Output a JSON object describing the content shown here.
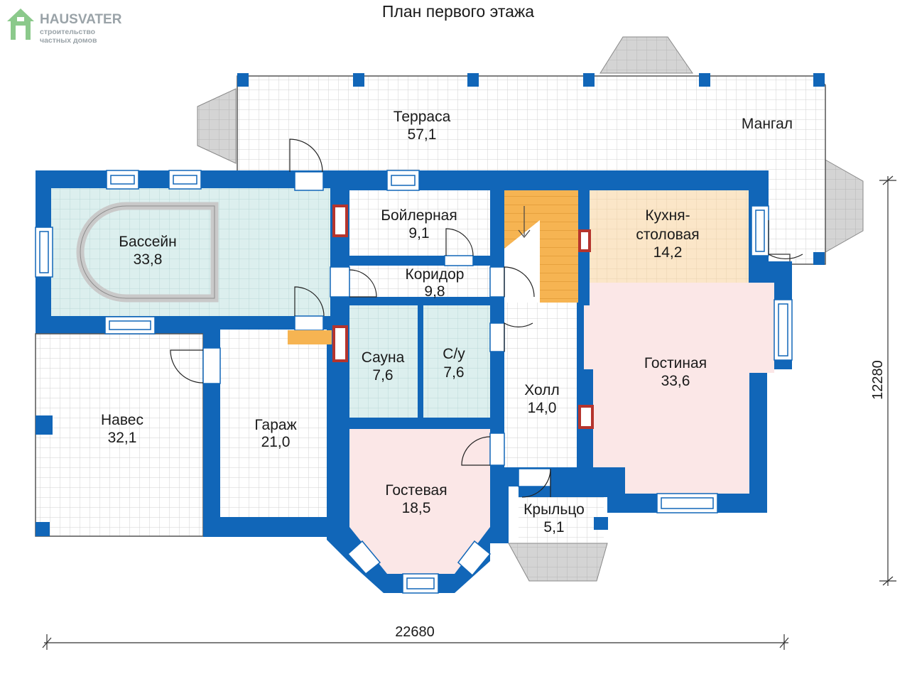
{
  "title": "План первого этажа",
  "brand": {
    "name": "HAUSVATER",
    "line1": "строительство",
    "line2": "частных домов"
  },
  "rooms": {
    "terrace": {
      "name": "Терраса",
      "area": "57,1"
    },
    "bbq": {
      "name": "Мангал"
    },
    "pool": {
      "name": "Бассейн",
      "area": "33,8"
    },
    "boiler": {
      "name": "Бойлерная",
      "area": "9,1"
    },
    "corridor": {
      "name": "Коридор",
      "area": "9,8"
    },
    "kitchen": {
      "name1": "Кухня-",
      "name2": "столовая",
      "area": "14,2"
    },
    "sauna": {
      "name": "Сауна",
      "area": "7,6"
    },
    "wc": {
      "name": "С/у",
      "area": "7,6"
    },
    "living": {
      "name": "Гостиная",
      "area": "33,6"
    },
    "hall": {
      "name": "Холл",
      "area": "14,0"
    },
    "canopy": {
      "name": "Навес",
      "area": "32,1"
    },
    "garage": {
      "name": "Гараж",
      "area": "21,0"
    },
    "guest": {
      "name": "Гостевая",
      "area": "18,5"
    },
    "porch": {
      "name": "Крыльцо",
      "area": "5,1"
    }
  },
  "dimensions": {
    "width": "22680",
    "height": "12280"
  },
  "colors": {
    "wall": "#1166b8",
    "tile_grid": "#d2d2d2",
    "pool_fill": "#dcefee",
    "sauna_fill": "#dcefee",
    "kitchen_fill": "#fbe6c8",
    "living_fill": "#fbe7e7",
    "guest_fill": "#fbe7e7",
    "stair_fill": "#f6b452",
    "chimney": "#b5342d",
    "steps": "#cfcfcf"
  }
}
